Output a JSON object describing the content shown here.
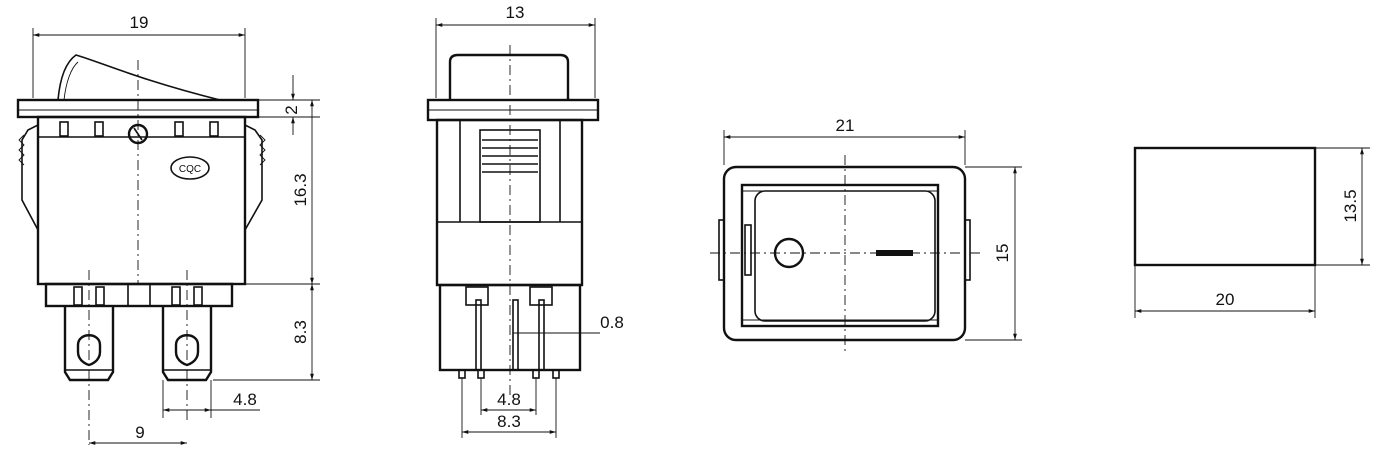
{
  "views": {
    "front": {
      "width_label": "19",
      "height_body_label": "16.3",
      "flange_label": "2",
      "terminal_height_label": "8.3",
      "terminal_pitch_label": "9",
      "terminal_width_label": "4.8",
      "cert_mark": "CQC"
    },
    "side": {
      "width_label": "13",
      "pin_thickness_label": "0.8",
      "pin_width_label": "4.8",
      "pin_span_label": "8.3"
    },
    "top": {
      "width_label": "21",
      "height_label": "15"
    },
    "cutout": {
      "width_label": "20",
      "height_label": "13.5"
    }
  }
}
